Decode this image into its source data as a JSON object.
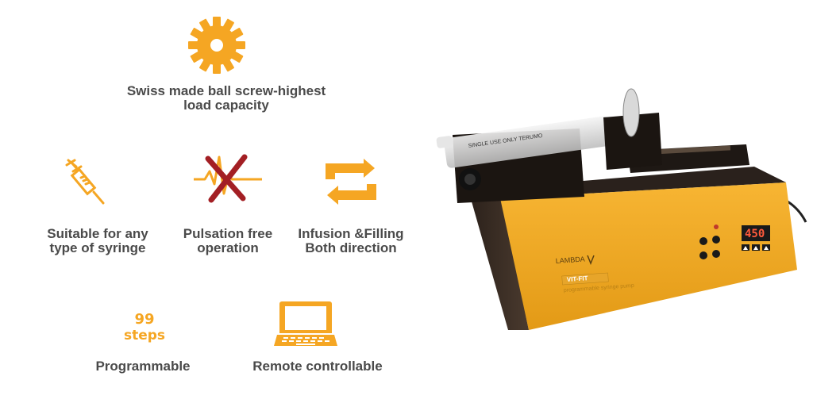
{
  "features": {
    "ball_screw": "Swiss made ball screw-highest\nload capacity",
    "syringe": "Suitable for any\ntype of syringe",
    "pulsation": "Pulsation free\noperation",
    "direction": "Infusion &Filling\nBoth direction",
    "programmable": "Programmable",
    "remote": "Remote controllable"
  },
  "steps_icon": {
    "number": "99",
    "word": "steps"
  },
  "device": {
    "brand": "LAMBDA",
    "model": "VIT-FIT",
    "subtitle": "programmable syringe pump",
    "display": "450",
    "syringe_text": "SINGLE USE ONLY  TERUMO"
  },
  "colors": {
    "accent": "#f5a623",
    "text": "#4a4a4a",
    "cross": "#a31f24"
  },
  "icons": [
    "gear-icon",
    "syringe-icon",
    "pulse-crossed-icon",
    "arrows-exchange-icon",
    "laptop-icon"
  ]
}
